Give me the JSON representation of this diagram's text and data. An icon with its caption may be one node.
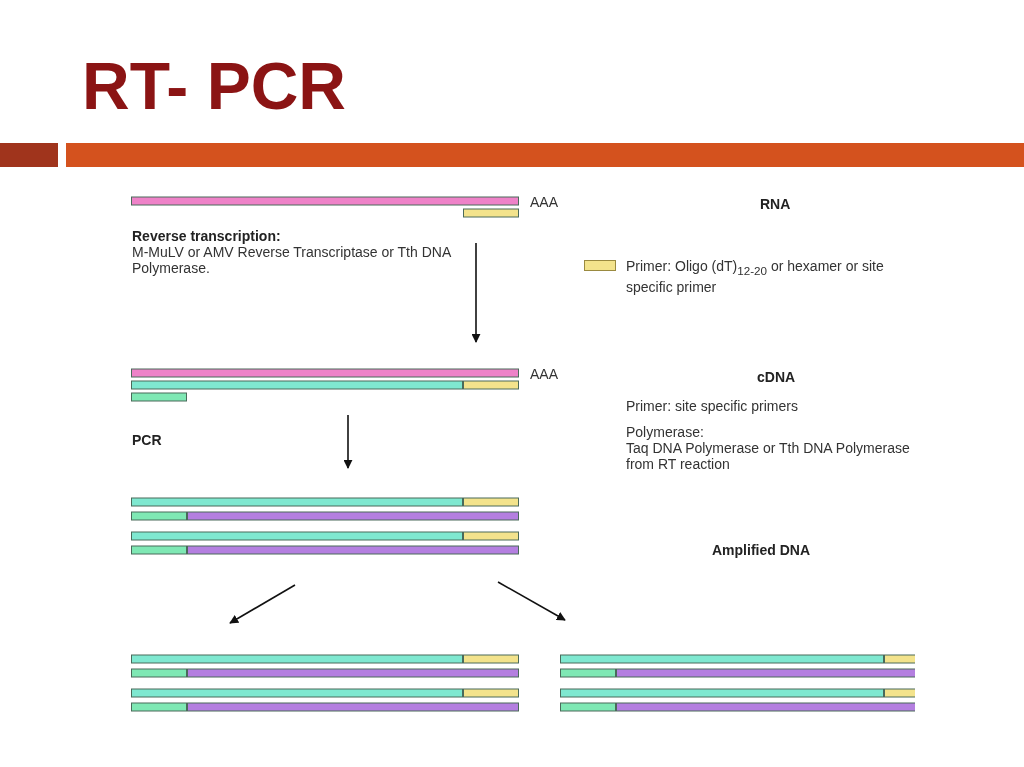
{
  "diagram": {
    "title": "RT- PCR",
    "nodes": [
      {
        "text": [],
        "shape": "bar",
        "beside": [
          "AAA"
        ]
      },
      {
        "text": [],
        "shape": "bar",
        "beside": [
          "AAA"
        ]
      },
      {
        "text": [],
        "shape": "bar"
      },
      {
        "text": [],
        "shape": "bar"
      },
      {
        "text": [],
        "shape": "bar"
      }
    ],
    "edges": [
      {
        "from": 0,
        "to": 1,
        "arrow": "to"
      },
      {
        "from": 1,
        "to": 2,
        "arrow": "to"
      },
      {
        "from": 2,
        "to": 3,
        "arrow": "to"
      },
      {
        "from": 2,
        "to": 4,
        "arrow": "to"
      }
    ],
    "labels": [
      "RNA",
      "Reverse transcription:",
      "M-MuLV or AMV Reverse Transcriptase or Tth DNA Polymerase.",
      "cDNA",
      "Primer: site specific primers",
      "Polymerase:",
      "Taq DNA Polymerase or Tth DNA Polymerase from RT reaction",
      "PCR",
      "Amplified DNA"
    ],
    "legend": [
      {
        "text": "Primer: Oligo (dT)$_{12-20}$ or hexamer or site specific primer",
        "color": "#f3e38c"
      }
    ]
  }
}
